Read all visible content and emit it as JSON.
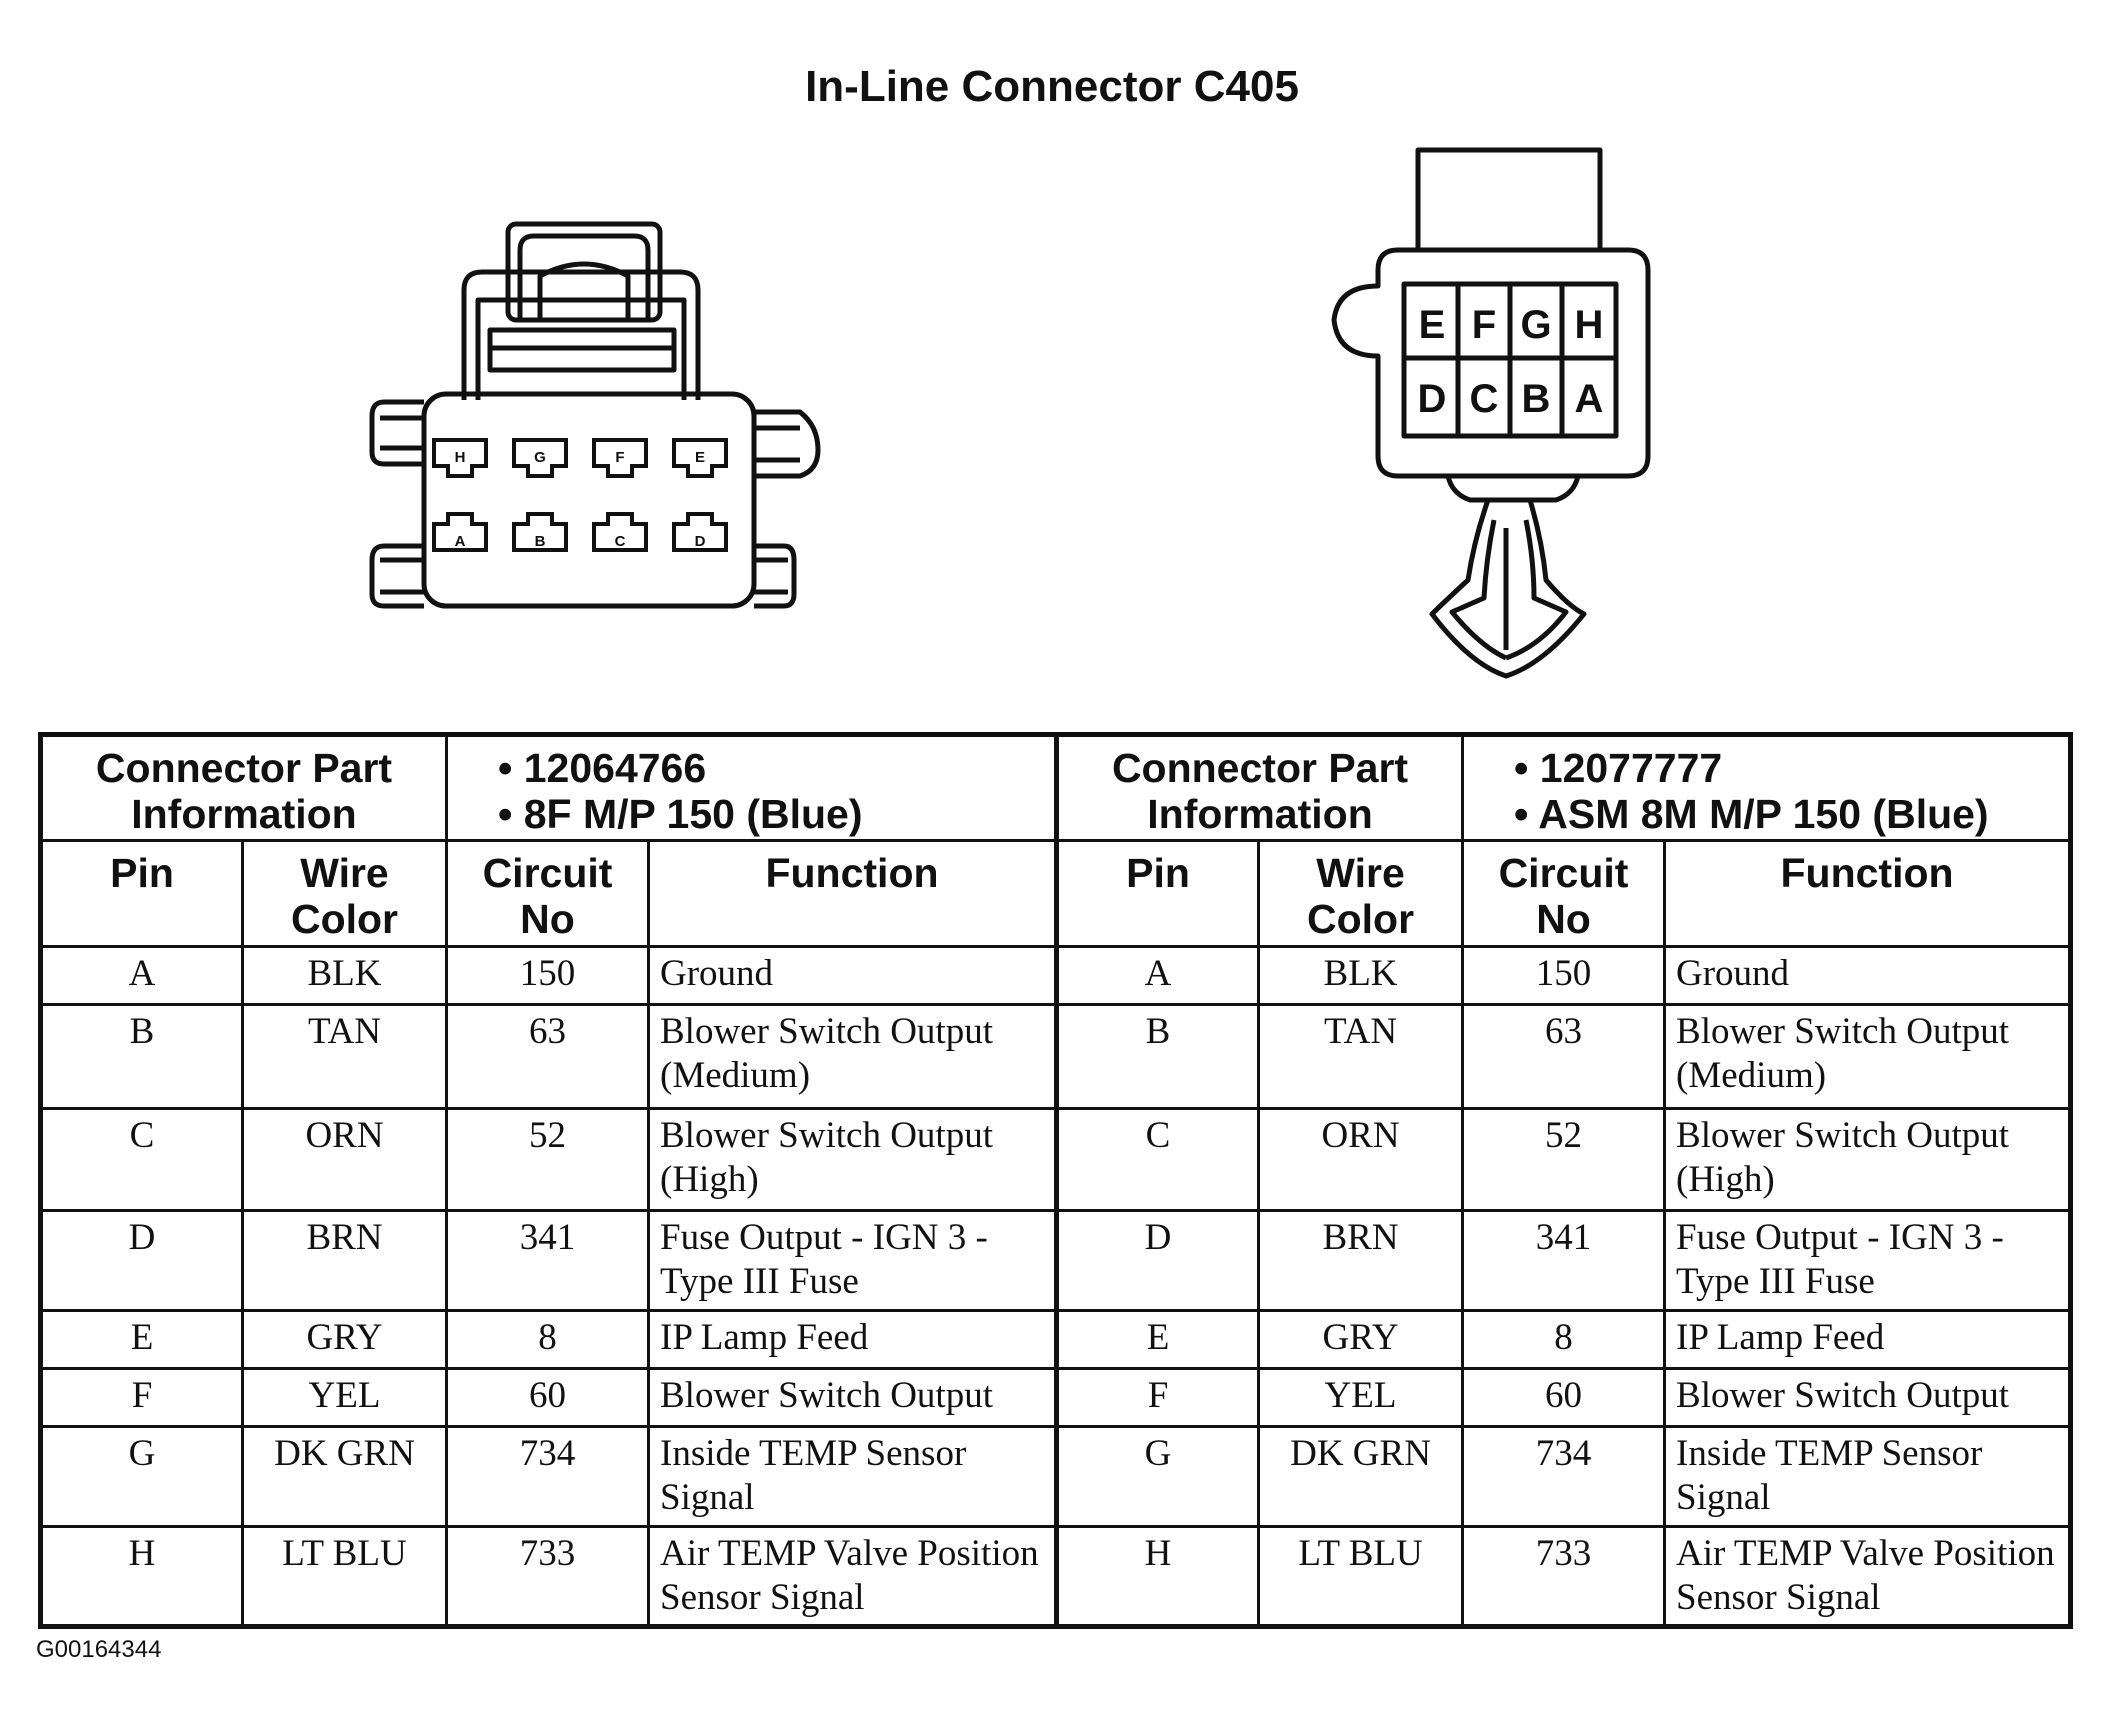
{
  "title": "In-Line Connector C405",
  "figure_id": "G00164344",
  "female_connector": {
    "top_row_pins": [
      "H",
      "G",
      "F",
      "E"
    ],
    "bottom_row_pins": [
      "A",
      "B",
      "C",
      "D"
    ]
  },
  "male_connector": {
    "top_row_pins": [
      "E",
      "F",
      "G",
      "H"
    ],
    "bottom_row_pins": [
      "D",
      "C",
      "B",
      "A"
    ]
  },
  "table": {
    "left": {
      "part_info_label": "Connector Part Information",
      "part_info_lines": [
        "• 12064766",
        "• 8F M/P 150 (Blue)"
      ]
    },
    "right": {
      "part_info_label": "Connector Part Information",
      "part_info_lines": [
        "• 12077777",
        "• ASM 8M M/P 150 (Blue)"
      ]
    },
    "columns": [
      "Pin",
      "Wire Color",
      "Circuit No",
      "Function"
    ],
    "rows": [
      {
        "pin": "A",
        "wire": "BLK",
        "circuit": "150",
        "function": "Ground"
      },
      {
        "pin": "B",
        "wire": "TAN",
        "circuit": "63",
        "function": "Blower Switch Output (Medium)"
      },
      {
        "pin": "C",
        "wire": "ORN",
        "circuit": "52",
        "function": "Blower Switch Output (High)"
      },
      {
        "pin": "D",
        "wire": "BRN",
        "circuit": "341",
        "function": "Fuse Output - IGN 3 - Type III Fuse"
      },
      {
        "pin": "E",
        "wire": "GRY",
        "circuit": "8",
        "function": "IP Lamp Feed"
      },
      {
        "pin": "F",
        "wire": "YEL",
        "circuit": "60",
        "function": "Blower Switch Output"
      },
      {
        "pin": "G",
        "wire": "DK GRN",
        "circuit": "734",
        "function": "Inside TEMP Sensor Signal"
      },
      {
        "pin": "H",
        "wire": "LT BLU",
        "circuit": "733",
        "function": "Air TEMP Valve Position Sensor Signal"
      }
    ]
  }
}
